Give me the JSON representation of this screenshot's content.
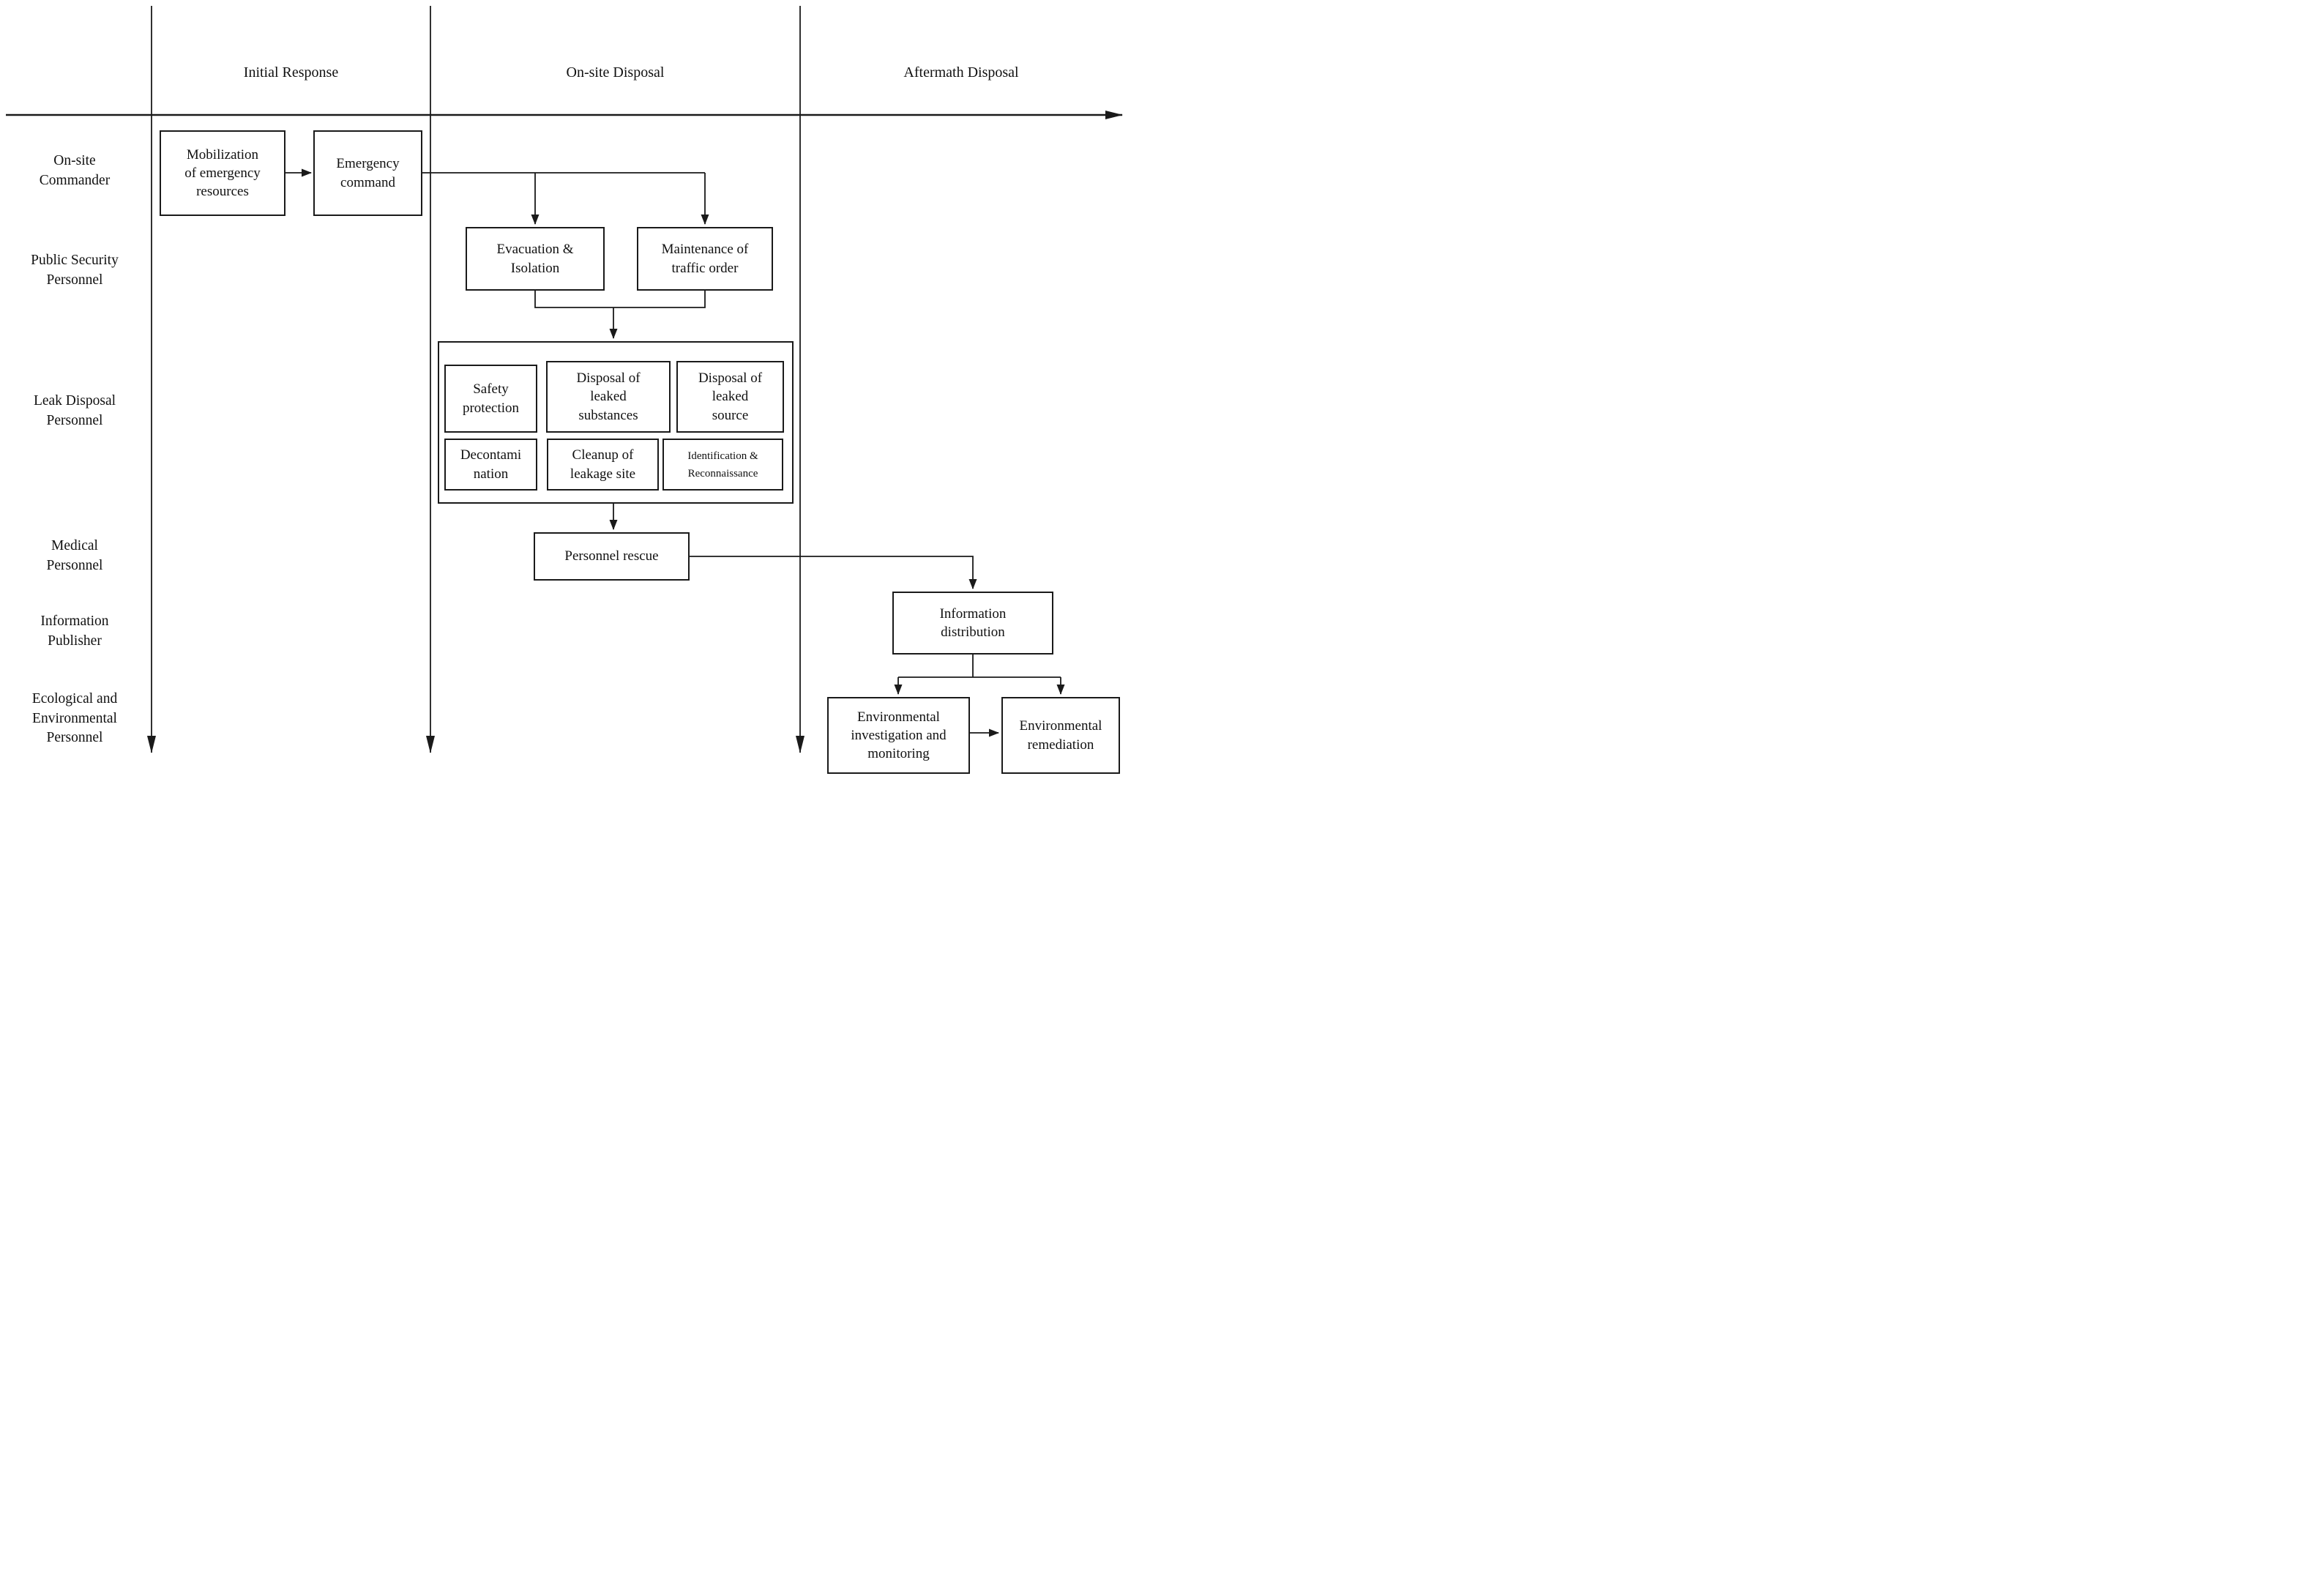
{
  "colors": {
    "line": "#1a1a1a",
    "box_border": "#1a1a1a",
    "background": "#ffffff",
    "text": "#111111"
  },
  "phases": [
    {
      "label": "Initial Response"
    },
    {
      "label": "On-site Disposal"
    },
    {
      "label": "Aftermath Disposal"
    }
  ],
  "roles": [
    {
      "label": "On-site\nCommander"
    },
    {
      "label": "Public Security\nPersonnel"
    },
    {
      "label": "Leak Disposal\nPersonnel"
    },
    {
      "label": "Medical\nPersonnel"
    },
    {
      "label": "Information\nPublisher"
    },
    {
      "label": "Ecological and\nEnvironmental\nPersonnel"
    }
  ],
  "nodes": {
    "mobilization": "Mobilization\nof emergency\nresources",
    "emergency_command": "Emergency\ncommand",
    "evacuation": "Evacuation &\nIsolation",
    "traffic_order": "Maintenance of\ntraffic order",
    "safety_protection": "Safety\nprotection",
    "disposal_substances": "Disposal of\nleaked\nsubstances",
    "disposal_source": "Disposal of\nleaked\nsource",
    "decontamination": "Decontami\nnation",
    "cleanup": "Cleanup of\nleakage site",
    "identification": "Identification &\nReconnaissance",
    "personnel_rescue": "Personnel rescue",
    "information_distribution": "Information\ndistribution",
    "env_investigation": "Environmental\ninvestigation and\nmonitoring",
    "env_remediation": "Environmental\nremediation"
  }
}
